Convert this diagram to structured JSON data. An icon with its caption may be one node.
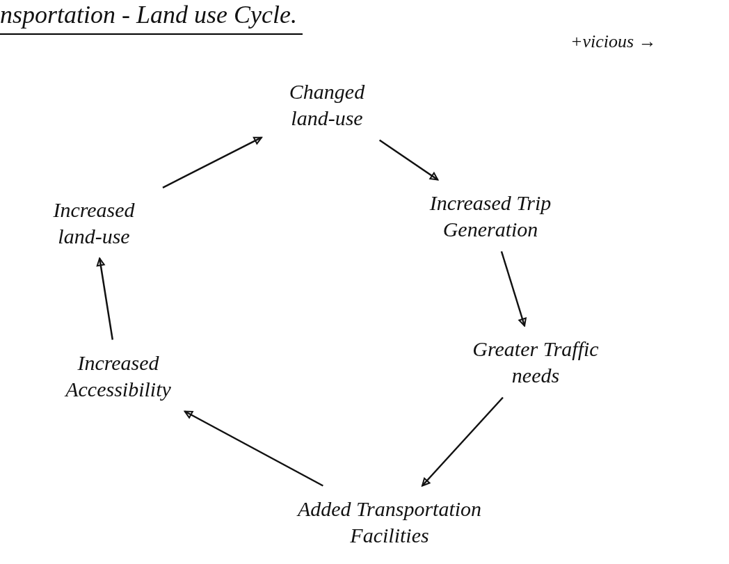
{
  "diagram": {
    "title": "nsportation - Land use Cycle.",
    "nodes": [
      {
        "text": [
          "Changed land-use"
        ]
      },
      {
        "text": [
          "Increased Trip Generation"
        ]
      },
      {
        "text": [
          "Greater Traffic needs"
        ]
      },
      {
        "text": [
          "Added Transportation Facilities"
        ]
      },
      {
        "text": [
          "Increased Accessibility"
        ]
      },
      {
        "text": [
          "Increased land-use"
        ]
      }
    ],
    "edges": [
      {
        "from": 0,
        "to": 1,
        "arrow": "to"
      },
      {
        "from": 1,
        "to": 2,
        "arrow": "to"
      },
      {
        "from": 2,
        "to": 3,
        "arrow": "to"
      },
      {
        "from": 3,
        "to": 4,
        "arrow": "to"
      },
      {
        "from": 4,
        "to": 5,
        "arrow": "to"
      },
      {
        "from": 5,
        "to": 0,
        "arrow": "to"
      }
    ],
    "labels": [
      "+vicious →"
    ]
  }
}
